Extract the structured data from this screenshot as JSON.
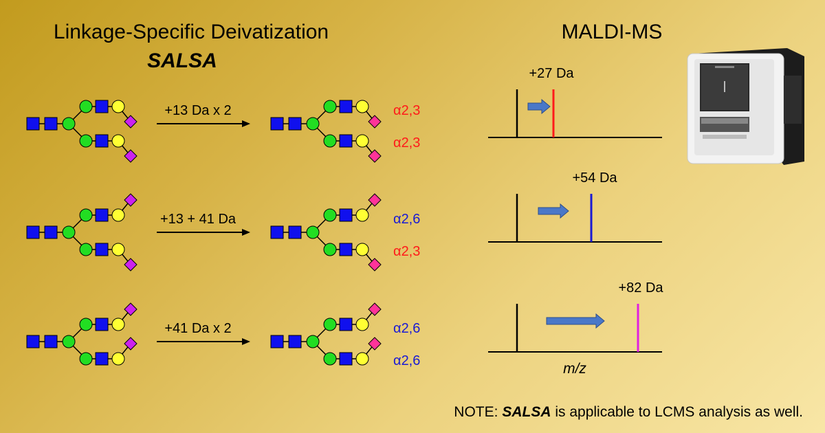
{
  "header": {
    "title": "Linkage-Specific Deivatization",
    "method": "SALSA",
    "ms_title": "MALDI-MS"
  },
  "colors": {
    "red": "#ff1a1a",
    "blue": "#1a1ad4",
    "magenta": "#e020e0",
    "glcnac": "#1010ee",
    "mannose": "#22dd22",
    "galactose": "#ffff33",
    "sialic_acid": "#cc22ee",
    "sialic_acid_derivatized": "#ff3399",
    "arrow_blue": "#4a78c8"
  },
  "rows": [
    {
      "reaction_label": "+13 Da x 2",
      "input_sialic_upper": "down",
      "input_sialic_lower": "down",
      "product_upper": {
        "sialic": "down",
        "linkage": "α2,3",
        "linkage_color": "#ff1a1a"
      },
      "product_lower": {
        "sialic": "down",
        "linkage": "α2,3",
        "linkage_color": "#ff1a1a"
      },
      "ms_shift": "+27 Da",
      "ms_peak_color": "#ff1a1a"
    },
    {
      "reaction_label": "+13 + 41 Da",
      "input_sialic_upper": "up",
      "input_sialic_lower": "down",
      "product_upper": {
        "sialic": "up",
        "linkage": "α2,6",
        "linkage_color": "#1a1ad4"
      },
      "product_lower": {
        "sialic": "down",
        "linkage": "α2,3",
        "linkage_color": "#ff1a1a"
      },
      "ms_shift": "+54 Da",
      "ms_peak_color": "#1a1ad4"
    },
    {
      "reaction_label": "+41 Da x 2",
      "input_sialic_upper": "up",
      "input_sialic_lower": "up",
      "product_upper": {
        "sialic": "up",
        "linkage": "α2,6",
        "linkage_color": "#1a1ad4"
      },
      "product_lower": {
        "sialic": "up",
        "linkage": "α2,6",
        "linkage_color": "#1a1ad4"
      },
      "ms_shift": "+82 Da",
      "ms_peak_color": "#e020e0"
    }
  ],
  "ms_axis_label": "m/z",
  "note": {
    "prefix": "NOTE: ",
    "emph": "SALSA",
    "suffix": " is applicable to LCMS analysis as well."
  },
  "instrument_icon": "maldi-instrument"
}
